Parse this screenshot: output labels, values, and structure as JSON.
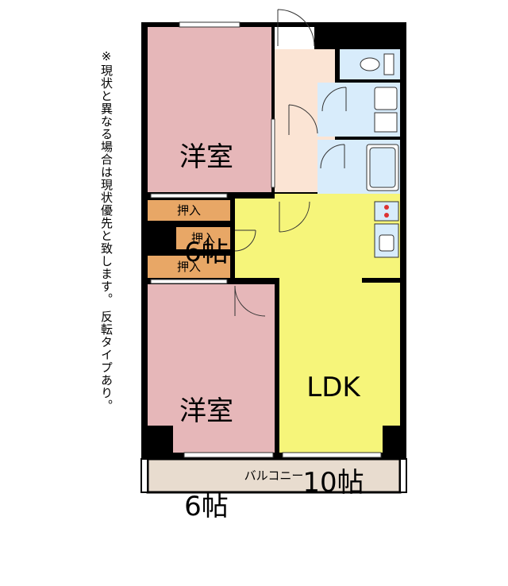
{
  "note": "※現状と異なる場合は現状優先と致します。 反転タイプあり。",
  "rooms": {
    "western_top": {
      "name": "洋室",
      "size": "6帖"
    },
    "western_bottom": {
      "name": "洋室",
      "size": "6帖"
    },
    "ldk": {
      "name": "LDK",
      "size": "10帖"
    }
  },
  "closets": [
    "押入",
    "押入",
    "押入"
  ],
  "balcony": "バルコニー",
  "colors": {
    "western_room": "#e6b7b9",
    "ldk": "#f6f57a",
    "closet": "#e8a766",
    "entrance": "#fbe4d4",
    "wet_area": "#d8ecfb",
    "balcony": "#e8dccf",
    "wall": "#000000"
  }
}
